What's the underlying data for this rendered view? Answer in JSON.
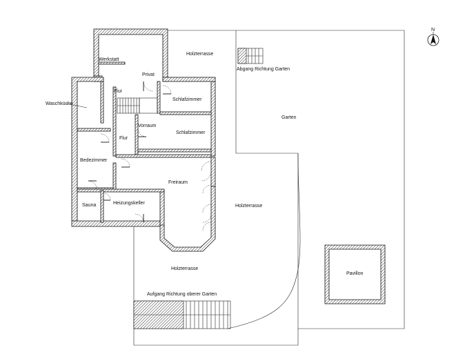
{
  "rooms": {
    "werkstatt": "Werkstatt",
    "privat": "Privat",
    "flur_top": "Flur",
    "flur_mid": "Flur",
    "schlafzimmer_top": "Schlafzimmer",
    "schlafzimmer_mid": "Schlafzimmer",
    "waschkueche": "Waschküche",
    "vorraum": "Vorraum",
    "bedezimmer": "Bedezimmer",
    "freiraum": "Freiraum",
    "sauna": "Sauna",
    "heizungskeller": "Heizungskeller"
  },
  "outdoor": {
    "holzterrasse_top": "Holzterrasse",
    "abgang": "Abgang Richtung Garten",
    "garten": "Garten",
    "holzterrasse_right": "Holzterrasse",
    "holzterrasse_bottom": "Holzterrasse",
    "aufgang": "Aufgang Richtung oberer Garten",
    "pavillon": "Pavillon"
  },
  "north": {
    "letter": "N"
  }
}
